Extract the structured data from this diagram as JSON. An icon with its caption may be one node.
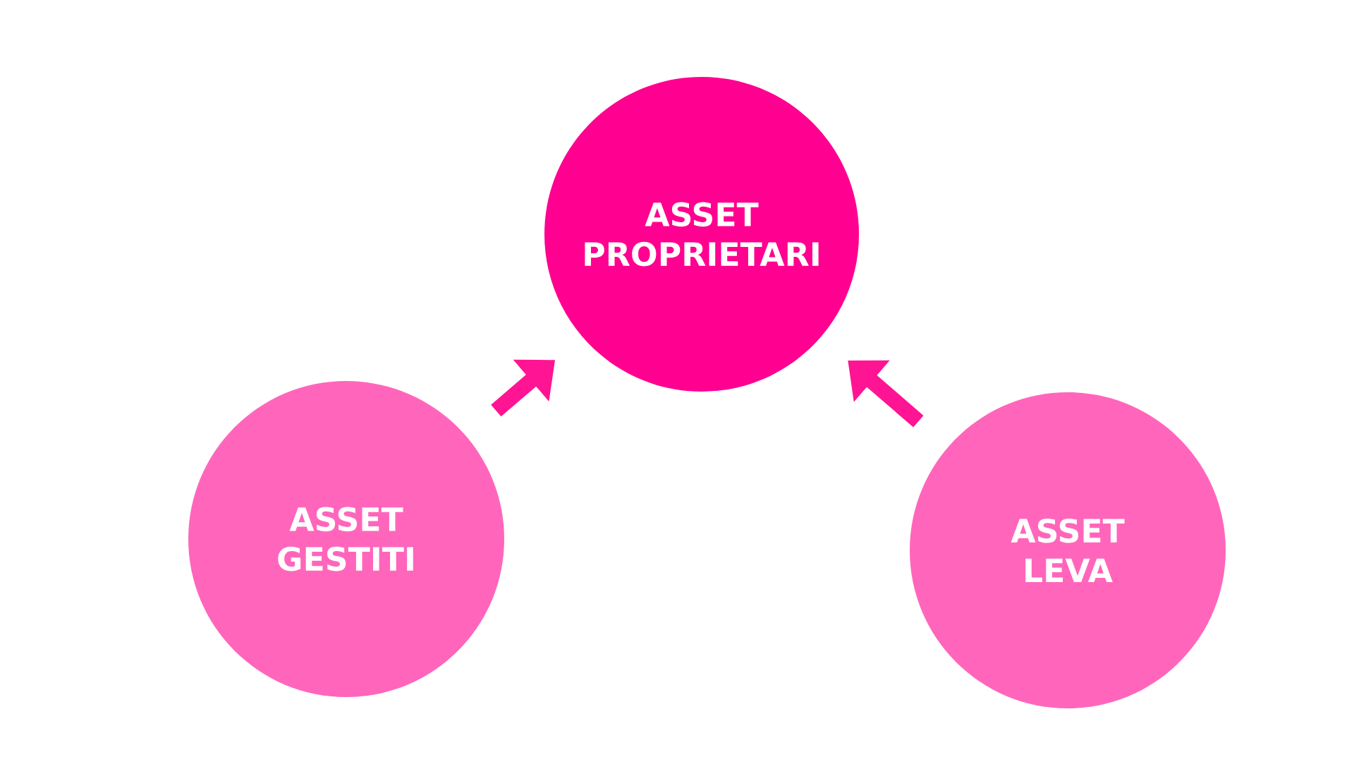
{
  "diagram": {
    "nodes": [
      {
        "text": [
          "ASSET PROPRIETARI"
        ]
      },
      {
        "text": [
          "ASSET GESTITI"
        ]
      },
      {
        "text": [
          "ASSET LEVA"
        ]
      }
    ],
    "edges": [
      {
        "from": 1,
        "to": 0,
        "arrow": "to"
      },
      {
        "from": 2,
        "to": 0,
        "arrow": "to"
      }
    ]
  }
}
